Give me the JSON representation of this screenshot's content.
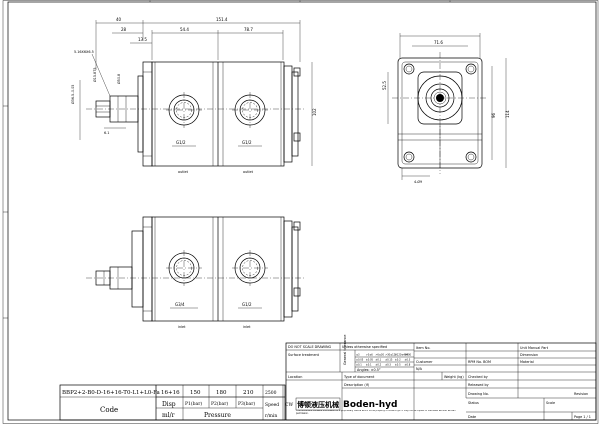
{
  "dimensions": {
    "flange_offset": "40",
    "overall_length": "151.4",
    "d28": "28",
    "d13_5": "13.5",
    "d54_4": "54.4",
    "d78_7": "78.7",
    "keyway_note": "5.16X6X6.5",
    "phi_a": "Ø15.875",
    "phi_b": "Ø50.8",
    "phi_c": "Ø36.5–0.05",
    "d6_1": "6.1",
    "d102": "102",
    "thread_side": "G1/2",
    "side_flange_width": "71.6",
    "side_phi": "Ø",
    "side_d96": "96",
    "side_d114": "114",
    "side_d52_5": "52.5",
    "side_holes": "4-Ø9",
    "bottom_port_left": "G3/4",
    "bottom_port_right": "G1/2"
  },
  "port_labels": {
    "top_left": "outlet",
    "top_right": "outlet",
    "bottom_left": "inlet",
    "bottom_right": "inlet"
  },
  "title_block": {
    "do_not_scale": "DO NOT SCALE DRAWING",
    "unless_specified": "Unless otherwise specified",
    "surface": "Surface treatment",
    "tolerance": "General tolerance",
    "tol_headers": [
      "≤3",
      ">3≤6",
      ">6≤30",
      ">30≤120",
      ">120≤400",
      ">400"
    ],
    "tol_row1": [
      "±0.05",
      "±0.05",
      "±0.1",
      "±0.15",
      "±0.2",
      "±0.3"
    ],
    "tol_row2": [
      "±0.1",
      "±0.1",
      "±0.2",
      "±0.3",
      "±0.5",
      "±0.8"
    ],
    "angle_label": "Angles: ±0.5°",
    "surface_rough": "Surface finish",
    "item_no": "Item No.",
    "unit_manual_part": "Unit Manual Part",
    "dimension": "Dimension",
    "customer": "Customer",
    "customer_value": "N/A",
    "material": "Material",
    "rpm_label": "RPM No. BOM",
    "location": "Location",
    "type_doc": "Type of document",
    "weight": "Weight (kg)",
    "checked_by": "Checked by",
    "released_by": "Released by",
    "description": "Description (if)",
    "drawing_no": "Drawing No.",
    "revision": "Revision",
    "status": "Status",
    "scale": "Scale",
    "copyright": "This document contains information of a proprietary nature which is the property of Boden-hyd. It may not be copied or disclosed without written permission.",
    "date": "Date",
    "sheet": "Page 1 / 1",
    "brand_cn": "博顿液压机械",
    "brand_en": "Boden-hyd"
  },
  "spec_table": {
    "model_code": "BBP2+2-B0-D-16+16-T0-L1+L0-Fa",
    "code_label": "Code",
    "disp_value": "16+16",
    "disp_label": "Disp",
    "disp_unit": "ml/r",
    "p1_value": "150",
    "p1_label": "P1(bar)",
    "p2_value": "180",
    "p2_label": "P2(bar)",
    "p3_value": "210",
    "p3_label": "P3(bar)",
    "pressure_label": "Pressure",
    "speed_value": "2500",
    "speed_label": "Speed",
    "speed_unit": "r/min",
    "rotation": "CW"
  }
}
